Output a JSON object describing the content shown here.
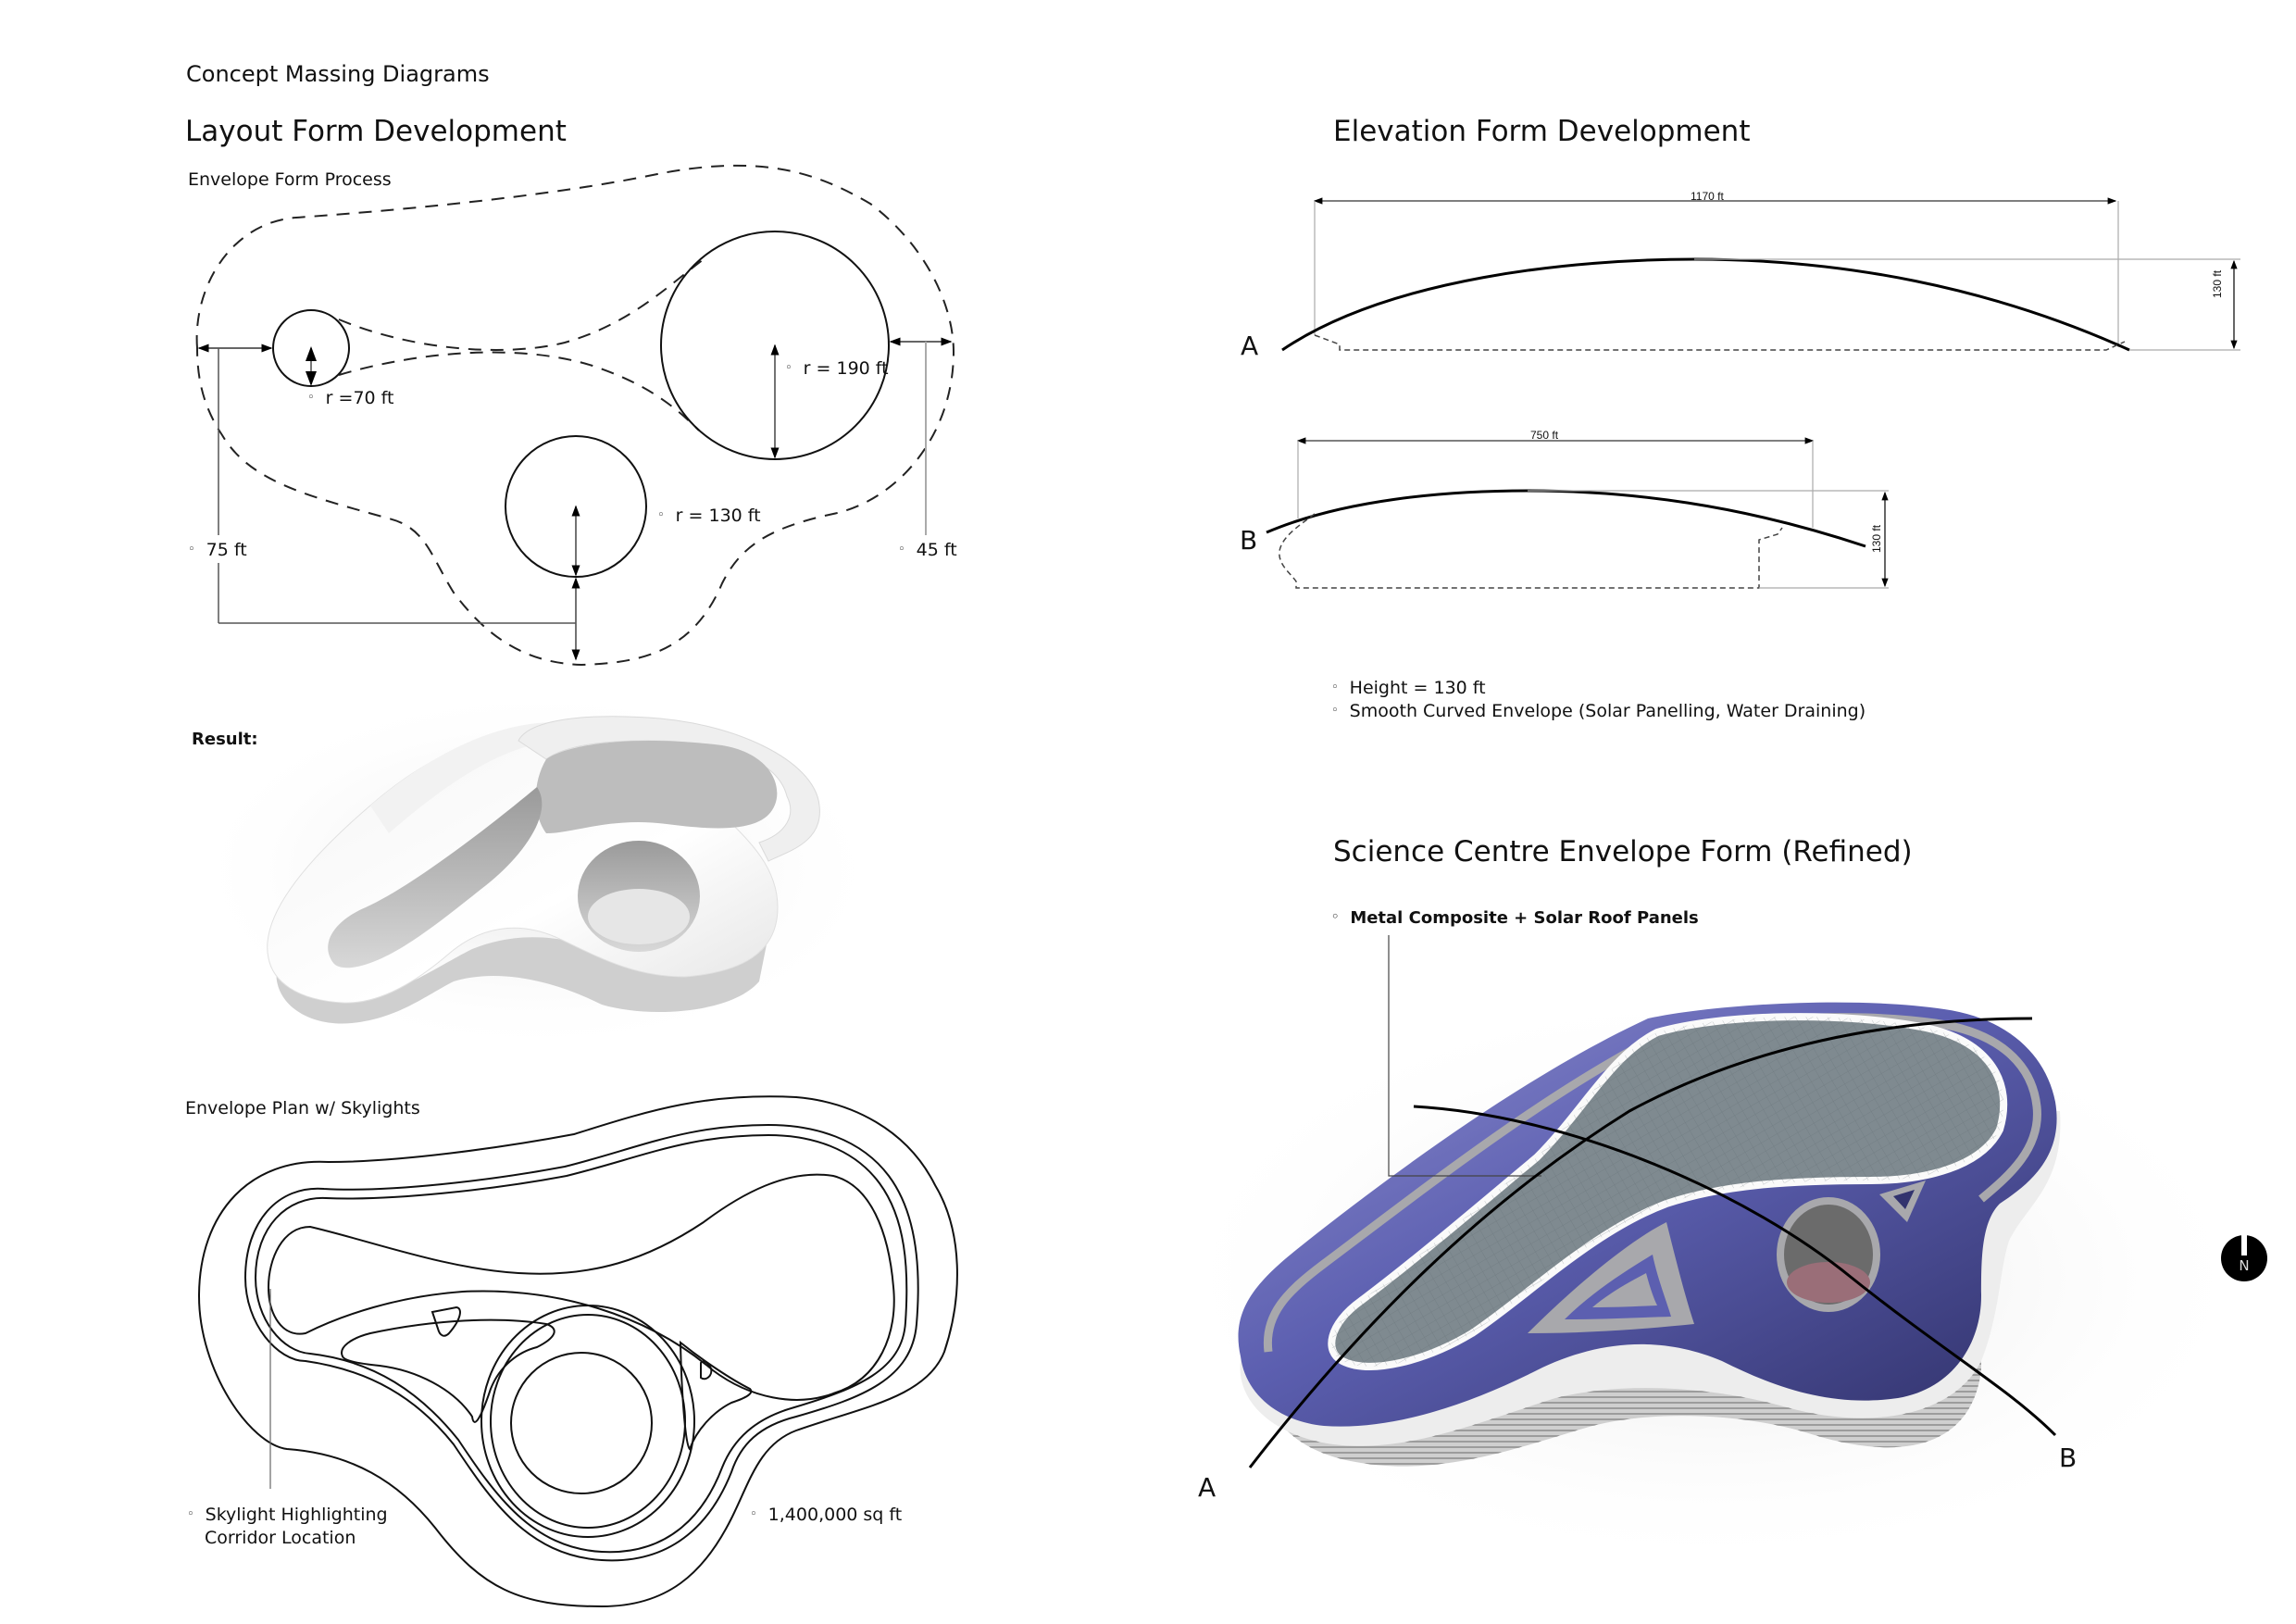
{
  "page": {
    "title": "Concept Massing Diagrams"
  },
  "layout_section": {
    "heading": "Layout Form Development",
    "envelope_process": {
      "label": "Envelope Form Process",
      "radius_small": "r =70 ft",
      "radius_large": "r = 190 ft",
      "radius_medium": "r = 130 ft",
      "offset_left": "75 ft",
      "offset_right": "45 ft"
    },
    "result": {
      "label": "Result:"
    },
    "plan": {
      "label": "Envelope Plan w/ Skylights",
      "note_skylight_line1": "Skylight Highlighting",
      "note_skylight_line2": "Corridor Location",
      "note_area": "1,400,000 sq ft"
    }
  },
  "elevation_section": {
    "heading": "Elevation Form Development",
    "section_a": {
      "marker": "A",
      "width_dim": "1170 ft",
      "height_dim": "130 ft"
    },
    "section_b": {
      "marker": "B",
      "width_dim": "750 ft",
      "height_dim": "130 ft"
    },
    "notes": [
      "Height = 130 ft",
      "Smooth Curved Envelope (Solar Panelling, Water Draining)"
    ]
  },
  "refined_section": {
    "heading": "Science Centre Envelope Form (Refined)",
    "material_note": "Metal Composite + Solar Roof Panels",
    "section_marker_a": "A",
    "section_marker_b": "B",
    "colors": {
      "solar_panel": "#5b5fae",
      "solar_panel_dark": "#32336e",
      "skylight_glass": "#7f8a90",
      "metal_strip": "#a8a8ac",
      "atrium_floor": "#9a6e78"
    }
  },
  "north_arrow": {
    "label": "N"
  }
}
